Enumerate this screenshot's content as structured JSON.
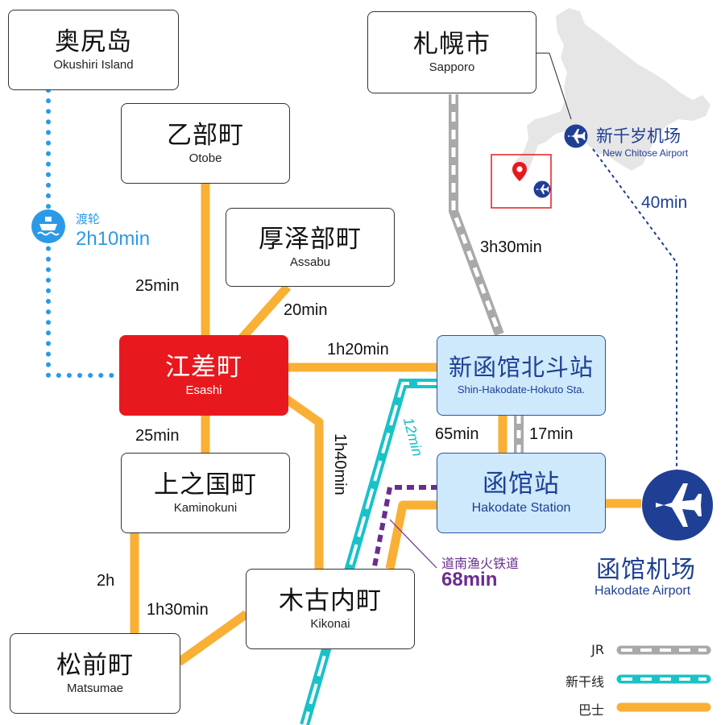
{
  "stations": {
    "okushiri": {
      "zh": "奥尻岛",
      "en": "Okushiri Island"
    },
    "otobe": {
      "zh": "乙部町",
      "en": "Otobe"
    },
    "assabu": {
      "zh": "厚泽部町",
      "en": "Assabu"
    },
    "esashi": {
      "zh": "江差町",
      "en": "Esashi"
    },
    "kaminokuni": {
      "zh": "上之国町",
      "en": "Kaminokuni"
    },
    "kikonai": {
      "zh": "木古内町",
      "en": "Kikonai"
    },
    "matsumae": {
      "zh": "松前町",
      "en": "Matsumae"
    },
    "sapporo": {
      "zh": "札幌市",
      "en": "Sapporo"
    },
    "shin_hakodate": {
      "zh": "新函馆北斗站",
      "en": "Shin-Hakodate-Hokuto Sta."
    },
    "hakodate_station": {
      "zh": "函馆站",
      "en": "Hakodate Station"
    }
  },
  "airports": {
    "new_chitose": {
      "zh": "新千岁机场",
      "en": "New Chitose Airport"
    },
    "hakodate": {
      "zh": "函馆机场",
      "en": "Hakodate Airport"
    }
  },
  "ferry": {
    "label": "渡轮",
    "time": "2h10min"
  },
  "times": {
    "otobe_esashi": "25min",
    "assabu_esashi": "20min",
    "esashi_shinhakodate": "1h20min",
    "esashi_kaminokuni": "25min",
    "esashi_kikonai": "1h40min",
    "kaminokuni_matsumae": "2h",
    "matsumae_kikonai": "1h30min",
    "sapporo_shinhakodate": "3h30min",
    "shinhakodate_hakodate_bus": "65min",
    "shinhakodate_hakodate_jr": "17min",
    "shinkansen": "12min",
    "chitose_hakodate": "40min"
  },
  "private_rail": {
    "label": "道南渔火铁道",
    "time": "68min"
  },
  "legend": [
    {
      "label": "JR",
      "style": "jr"
    },
    {
      "label": "新干线",
      "style": "shinkansen"
    },
    {
      "label": "巴士",
      "style": "bus"
    }
  ],
  "colors": {
    "bus": "#f9b035",
    "shinkansen": "#19c2c8",
    "jr": "#a9a9a9",
    "ferry": "#2a9ae8",
    "private_rail": "#6b2c91",
    "navy": "#1f3f94",
    "highlight": "#e8191e"
  }
}
